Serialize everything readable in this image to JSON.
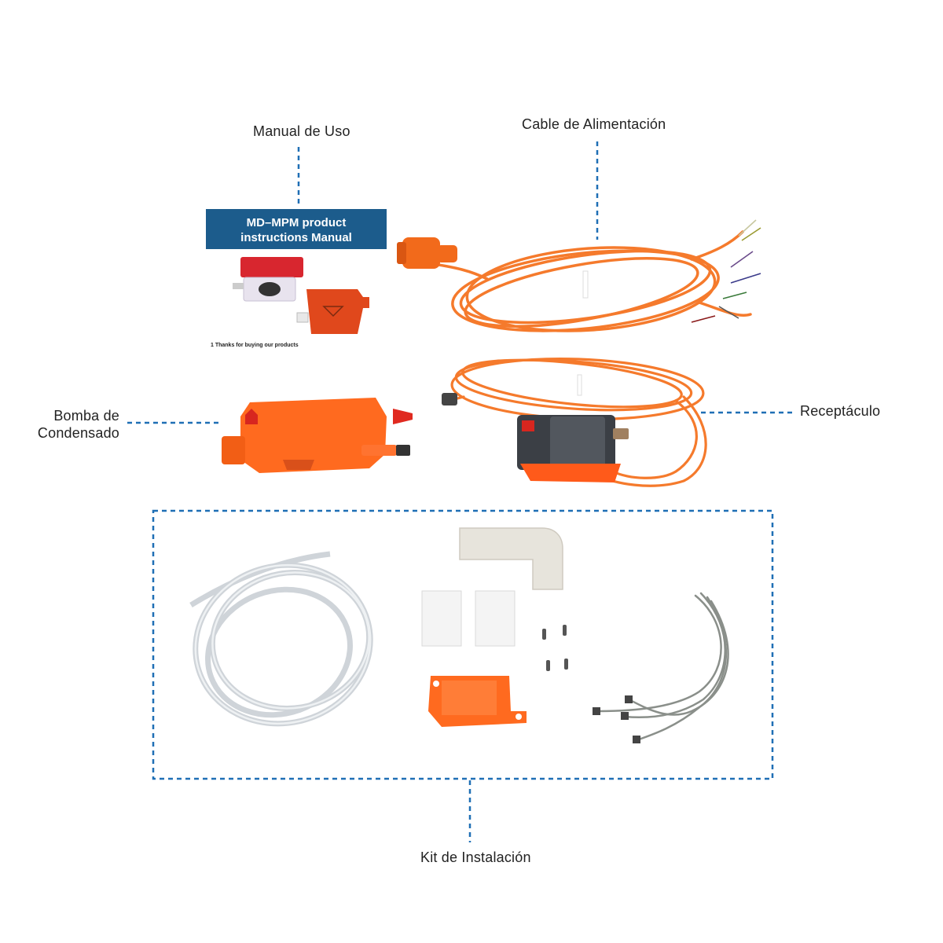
{
  "labels": {
    "manual": "Manual de Uso",
    "power_cable": "Cable de Alimentación",
    "pump": "Bomba de\nCondensado",
    "receptacle": "Receptáculo",
    "install_kit": "Kit de Instalación"
  },
  "manual": {
    "title_line1": "MD–MPM product",
    "title_line2": "instructions Manual",
    "footer": "1   Thanks for buying our products"
  },
  "colors": {
    "leader_line": "#1f6fb5",
    "manual_banner": "#1c5c8c",
    "pump_orange": "#ff6a1f",
    "cable_orange": "#f57a2c",
    "tube_clear": "#d9dde2",
    "elbow": "#e7e4dc"
  }
}
